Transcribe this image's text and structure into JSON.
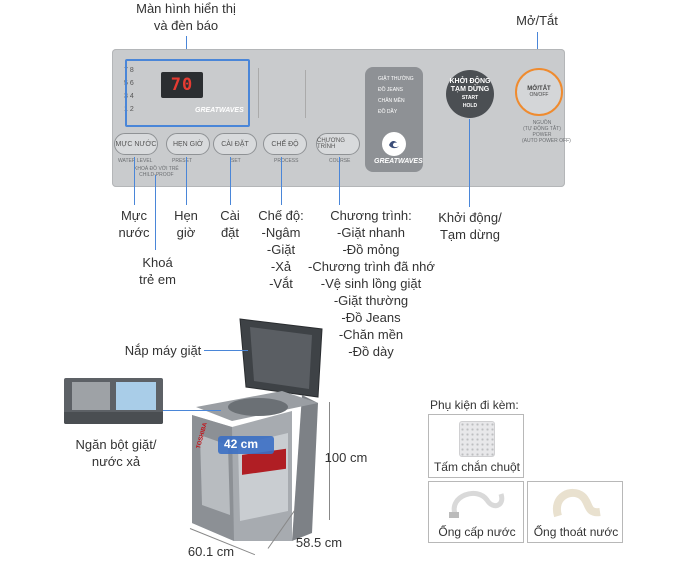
{
  "callouts": {
    "screen": [
      "Màn hình hiển thị",
      "và đèn báo"
    ],
    "power": "Mở/Tắt",
    "water_level": [
      "Mực",
      "nước"
    ],
    "child_lock": [
      "Khoá",
      "trẻ em"
    ],
    "timer": [
      "Hẹn",
      "giờ"
    ],
    "set": [
      "Cài",
      "đặt"
    ],
    "process": [
      "Chế độ:",
      "-Ngâm",
      "-Giặt",
      "-Xả",
      "-Vắt"
    ],
    "course": [
      "Chương trình:",
      "-Giặt nhanh",
      "-Đồ mỏng",
      "-Chương trình đã nhớ",
      "-Vệ sinh lồng giặt",
      "-Giặt thường",
      "-Đồ Jeans",
      "-Chăn mền",
      "-Đồ dày"
    ],
    "start": [
      "Khởi động/",
      "Tạm dừng"
    ],
    "lid": "Nắp máy giặt",
    "drawer": [
      "Ngăn bột giặt/",
      "nước xả"
    ]
  },
  "panel": {
    "display_value": "70",
    "buttons": {
      "water_level": "MỰC NƯỚC",
      "timer": "HẸN GIỜ",
      "set": "CÀI ĐẶT",
      "process": "CHẾ ĐỘ",
      "course": "CHƯƠNG TRÌNH",
      "start": [
        "KHỞI ĐỘNG",
        "TẠM DỪNG",
        "START",
        "HOLD"
      ],
      "power": [
        "MỞ/TẮT",
        "ON/OFF"
      ]
    },
    "sublabels": {
      "water_level": "WATER LEVEL",
      "child_lock": "KHOÁ ĐỒ VỚI TRẺ",
      "child_lock_en": "CHILD-PROOF",
      "preset": "PRESET",
      "set": "SET",
      "process": "PROCESS",
      "course": "COURSE",
      "power_note": [
        "NGUỒN",
        "(TỰ ĐỘNG TẮT)",
        "POWER",
        "(AUTO POWER OFF)"
      ]
    },
    "water_levels": [
      "7",
      "5",
      "3",
      "1",
      "8",
      "6",
      "4",
      "2"
    ],
    "brand_logo": "GREATWAVES",
    "course_list": [
      "GIẶT THƯỜNG",
      "ĐỒ JEANS",
      "CHĂN MỀN",
      "ĐỒ DẦY"
    ]
  },
  "dimensions": {
    "depth": "42 cm",
    "height": "100 cm",
    "width_front": "60.1 cm",
    "width_side": "58.5 cm"
  },
  "accessories": {
    "title": "Phụ kiện đi kèm:",
    "items": [
      "Tấm chắn chuột",
      "Ống cấp nước",
      "Ống thoát nước"
    ]
  },
  "colors": {
    "accent_leader": "#4a86d8",
    "power_ring": "#ef8b2f",
    "display_digits": "#e53b32"
  }
}
